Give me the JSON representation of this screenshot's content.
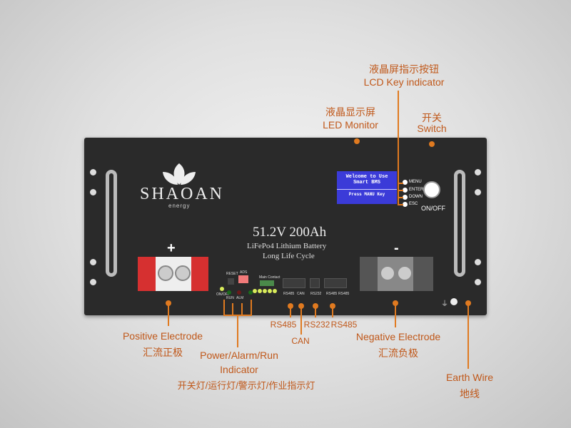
{
  "panel": {
    "brand": "SHAOAN",
    "brand_sub": "energy",
    "spec": "51.2V 200Ah",
    "chem": "LiFePo4 Lithium Battery",
    "cycle": "Long Life Cycle",
    "plus": "+",
    "minus": "-",
    "reset": "RESET",
    "ads": "ADS",
    "main_contact": "Main Contact",
    "onoff_led": "ON/OFF",
    "run": "RUN",
    "alm": "ALM",
    "ports": [
      "RS485",
      "CAN",
      "RS232",
      "RS485",
      "RS485"
    ],
    "lcd": {
      "line1": "Welcome to Use",
      "line2": "Smart BMS",
      "line3": "Press MANU Key"
    },
    "keys": [
      "MENU",
      "ENTER",
      "DOWN",
      "ESC"
    ],
    "switch_label": "ON/OFF",
    "earth_symbol": "⏚"
  },
  "callouts": {
    "lcd_key": {
      "cn": "液晶屏指示按钮",
      "en": "LCD Key indicator"
    },
    "led_monitor": {
      "cn": "液晶显示屏",
      "en": "LED Monitor"
    },
    "switch": {
      "cn": "开关",
      "en": "Switch"
    },
    "positive": {
      "en": "Positive Electrode",
      "cn": "汇流正极"
    },
    "indicator": {
      "en1": "Power/Alarm/Run",
      "en2": "Indicator",
      "cn": "开关灯/运行灯/警示灯/作业指示灯"
    },
    "rs485a": "RS485",
    "can": "CAN",
    "rs232": "RS232",
    "rs485b": "RS485",
    "negative": {
      "en": "Negative Electrode",
      "cn": "汇流负极"
    },
    "earth": {
      "en": "Earth Wire",
      "cn": "地线"
    }
  },
  "colors": {
    "accent": "#e07a20",
    "panel": "#2a2a2a",
    "lcd": "#3b3bd8"
  }
}
